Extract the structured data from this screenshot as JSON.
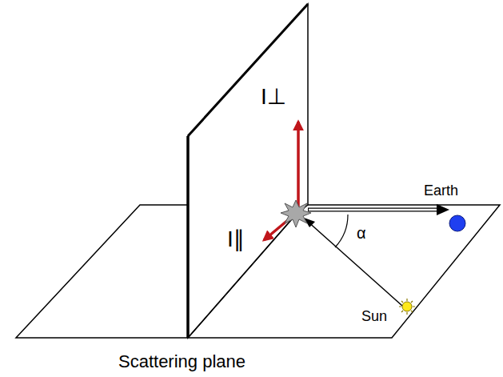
{
  "diagram": {
    "labels": [
      "I⊥",
      "I∥",
      "Earth",
      "α",
      "Sun",
      "Scattering plane"
    ]
  }
}
